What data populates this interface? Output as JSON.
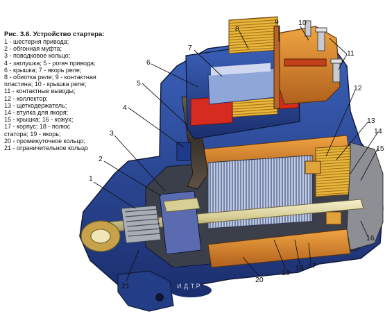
{
  "figure": {
    "title": "Рис. 3.6. Устройство стартера:",
    "legend_lines": [
      "1 - шестерня привода;",
      "2 - обгонная муфта;",
      "3 - поводковое кольцо;",
      "4 - заглушка; 5 - рогач привода;",
      "6 - крышка; 7 - якорь реле;",
      "8 - обиотка реле; 9 - контактная",
      "пластина; 10 - крышка реле;",
      "11 - контактные выводы;",
      "12 -  коллектор;",
      "13 - щеткодержатель;",
      "14 - втулка для якоря;",
      "15 - крышка; 16 - кожух;",
      "17 - корпус; 18 - полюс",
      "статора; 19 - якорь;",
      "20 - промежуточное кольцо;",
      "21 - ограничительное кольцо"
    ],
    "callouts": [
      "1",
      "2",
      "3",
      "4",
      "5",
      "6",
      "7",
      "8",
      "9",
      "10",
      "11",
      "12",
      "13",
      "14",
      "15",
      "16",
      "17",
      "18",
      "19",
      "20",
      "21"
    ],
    "watermark": "И.Д.Т.Р."
  },
  "colors": {
    "housing": "#2e4fa3",
    "housing_dark": "#1b2f6e",
    "copper": "#d9862a",
    "winding": "#e8b93a",
    "red": "#d62b1f",
    "shaft": "#e8e2b0",
    "grey": "#8d8f94"
  }
}
